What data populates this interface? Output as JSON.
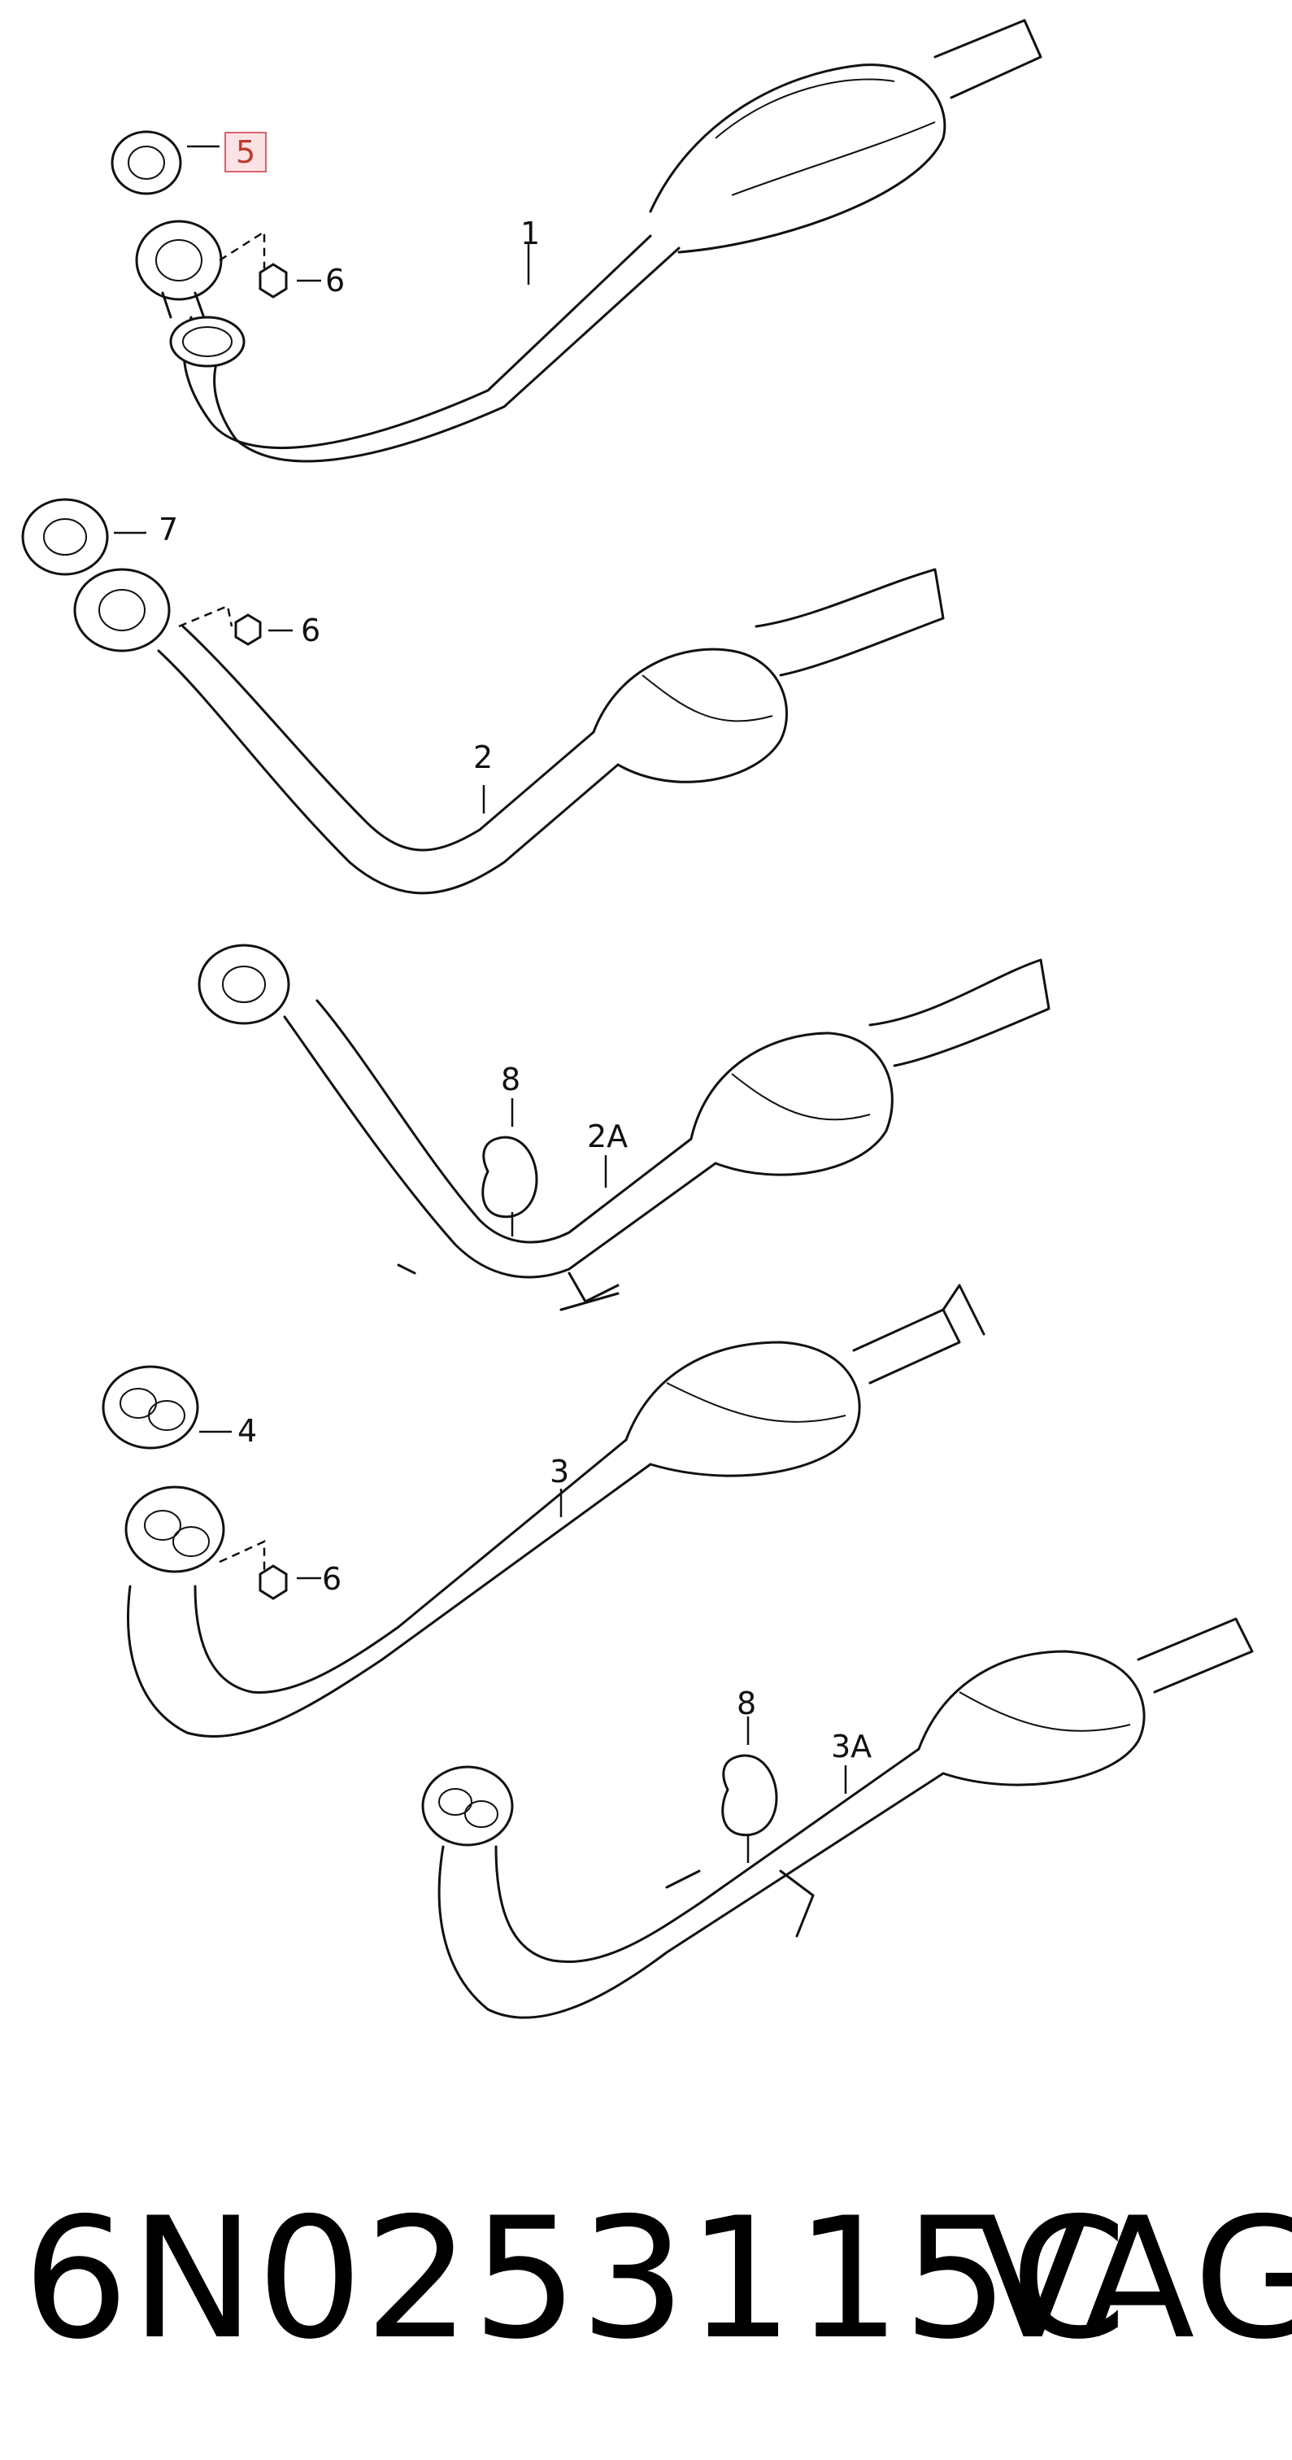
{
  "callouts": {
    "c1": "1",
    "c2": "2",
    "c2a": "2A",
    "c3": "3",
    "c3a": "3A",
    "c4": "4",
    "c5": "5",
    "c6a": "6",
    "c6b": "6",
    "c6c": "6",
    "c7": "7",
    "c8a": "8",
    "c8b": "8"
  },
  "footer": {
    "part_number": "6N0253115C",
    "brand": "VAG"
  }
}
